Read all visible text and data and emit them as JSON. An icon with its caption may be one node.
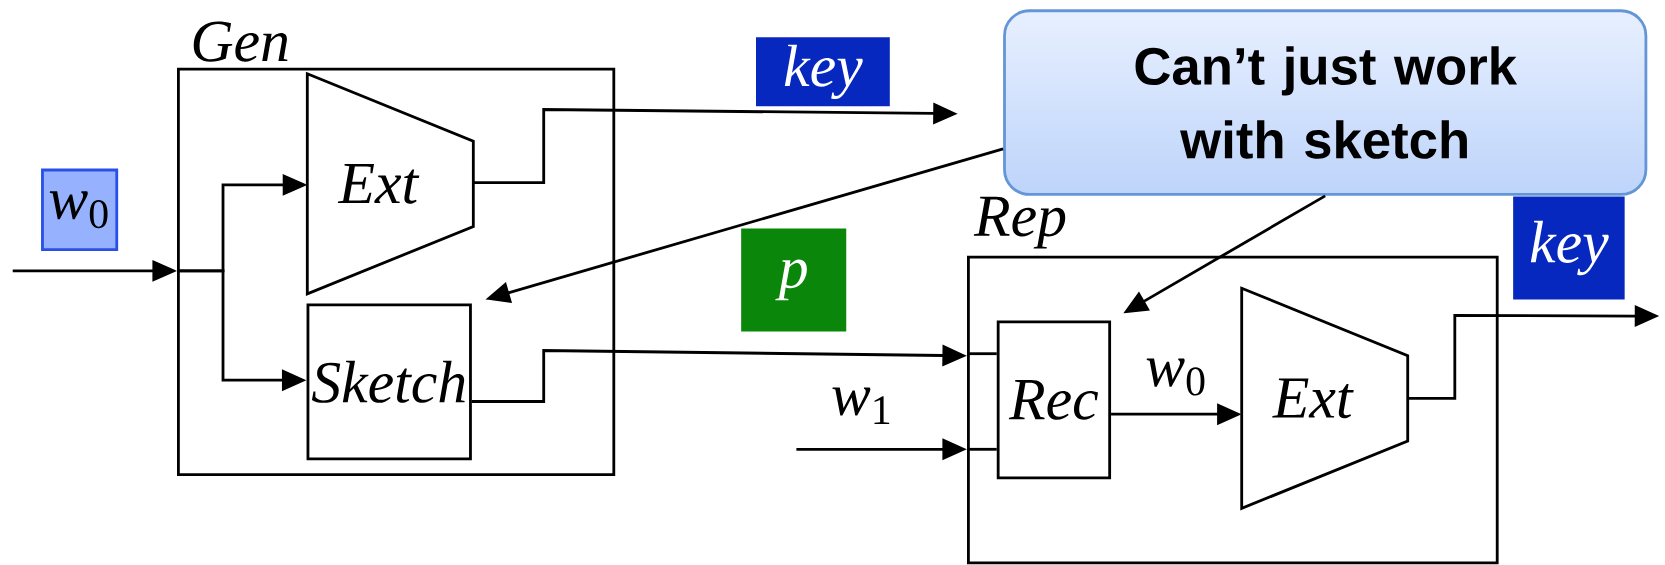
{
  "diagram": {
    "nodes": [
      {
        "text": [
          "Gen"
        ]
      },
      {
        "text": [
          "Ext"
        ],
        "in": 0
      },
      {
        "text": [
          "Sketch"
        ],
        "in": 0
      },
      {
        "text": [
          "*w*$_{0}$"
        ]
      },
      {
        "text": [
          "key"
        ]
      },
      {
        "text": [
          "Can’t just work with sketch"
        ]
      },
      {
        "text": [
          "p"
        ]
      },
      {
        "text": [
          "Rep"
        ]
      },
      {
        "text": [
          "Rec"
        ],
        "in": 7
      },
      {
        "text": [
          "Ext"
        ],
        "in": 7
      },
      {
        "text": [
          "key"
        ]
      }
    ],
    "edges": [
      {
        "from": null,
        "to": 0,
        "arrow": "to"
      },
      {
        "from": 0,
        "to": 1,
        "arrow": "to"
      },
      {
        "from": 0,
        "to": 2,
        "arrow": "to"
      },
      {
        "from": 1,
        "to": null,
        "arrow": "to"
      },
      {
        "from": 2,
        "to": 7,
        "arrow": "to"
      },
      {
        "from": 7,
        "to": 8,
        "arrow": "none"
      },
      {
        "from": null,
        "to": 7,
        "arrow": "to",
        "label": "*w*$_{1}$"
      },
      {
        "from": 7,
        "to": 8,
        "arrow": "none"
      },
      {
        "from": 5,
        "to": 2,
        "arrow": "to"
      },
      {
        "from": 5,
        "to": 8,
        "arrow": "to"
      },
      {
        "from": 8,
        "to": 9,
        "arrow": "to",
        "label": "*w*$_{0}$"
      },
      {
        "from": 9,
        "to": 10,
        "arrow": "to"
      }
    ]
  }
}
